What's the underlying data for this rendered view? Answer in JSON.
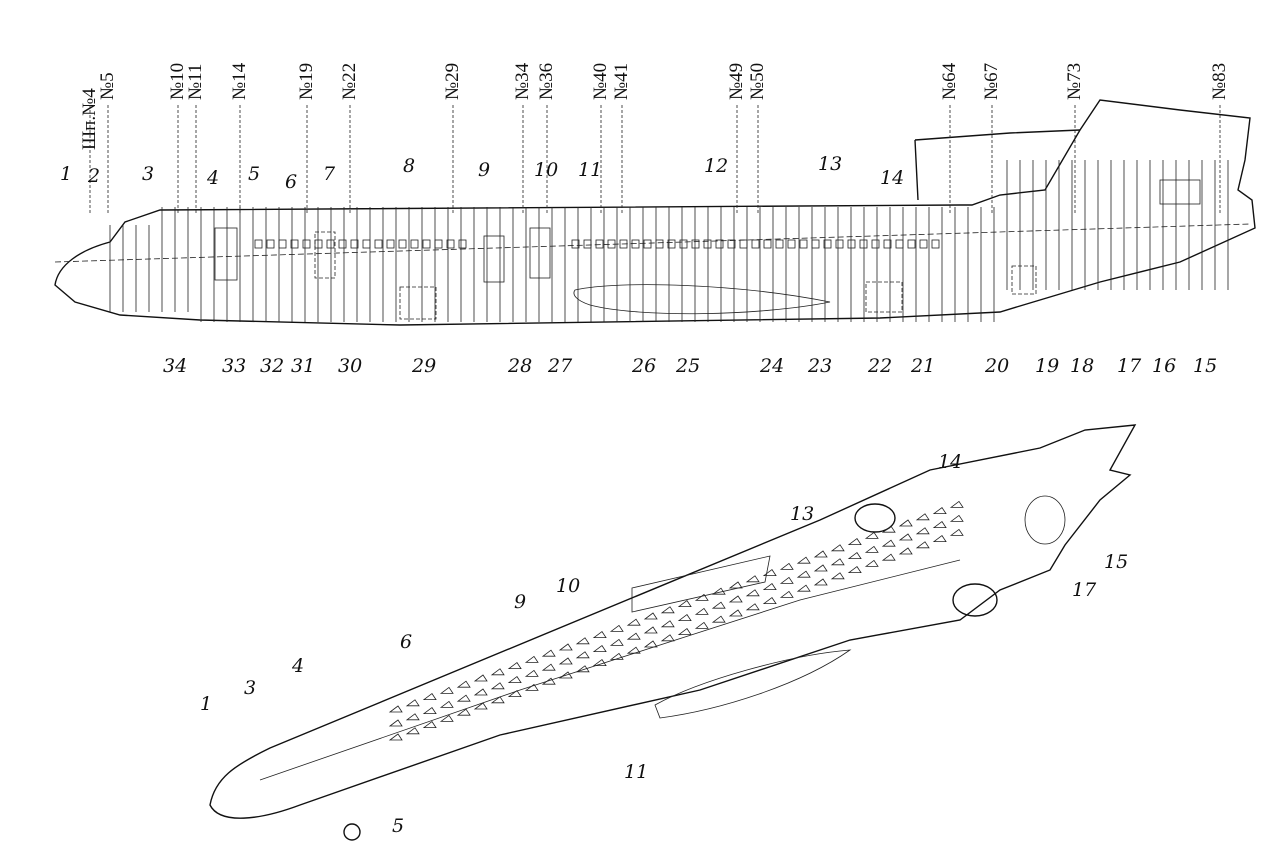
{
  "frames": [
    "Шп.№4",
    "№5",
    "№10",
    "№11",
    "№14",
    "№19",
    "№22",
    "№29",
    "№34",
    "№36",
    "№40",
    "№41",
    "№49",
    "№50",
    "№64",
    "№67",
    "№73",
    "№83"
  ],
  "top_labels": [
    "1",
    "2",
    "3",
    "4",
    "5",
    "6",
    "7",
    "8",
    "9",
    "10",
    "11",
    "12",
    "13",
    "14"
  ],
  "bottom_labels": [
    "34",
    "33",
    "32",
    "31",
    "30",
    "29",
    "28",
    "27",
    "26",
    "25",
    "24",
    "23",
    "22",
    "21",
    "20",
    "19",
    "18",
    "17",
    "16",
    "15"
  ],
  "cutaway_labels": [
    "1",
    "3",
    "4",
    "5",
    "6",
    "9",
    "10",
    "11",
    "13",
    "14",
    "15",
    "17"
  ]
}
